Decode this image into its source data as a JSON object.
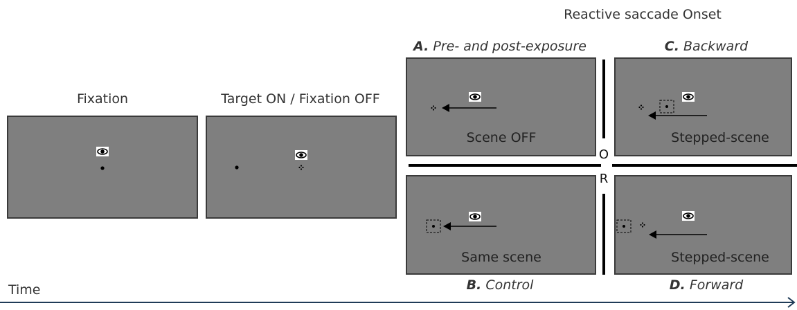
{
  "header": {
    "title": "Reactive saccade Onset"
  },
  "columns": {
    "fixation": "Fixation",
    "target": "Target ON / Fixation OFF"
  },
  "conditions": {
    "a": {
      "letter": "A.",
      "name": "Pre- and post-exposure",
      "scene": "Scene OFF"
    },
    "b": {
      "letter": "B.",
      "name": "Control",
      "scene": "Same scene"
    },
    "c": {
      "letter": "C.",
      "name": "Backward",
      "scene": "Stepped-scene"
    },
    "d": {
      "letter": "D.",
      "name": "Forward",
      "scene": "Stepped-scene"
    }
  },
  "or": {
    "o": "O",
    "r": "R"
  },
  "timeline": {
    "label": "Time"
  },
  "icons": {
    "eye": "eye-icon",
    "fixation_dot": "fixation-dot",
    "target": "dotted-target-icon",
    "frame": "dashed-frame-icon"
  },
  "colors": {
    "panel": "#7f7f7f",
    "arrow": "#000000",
    "timeline": "#1f3b57"
  }
}
